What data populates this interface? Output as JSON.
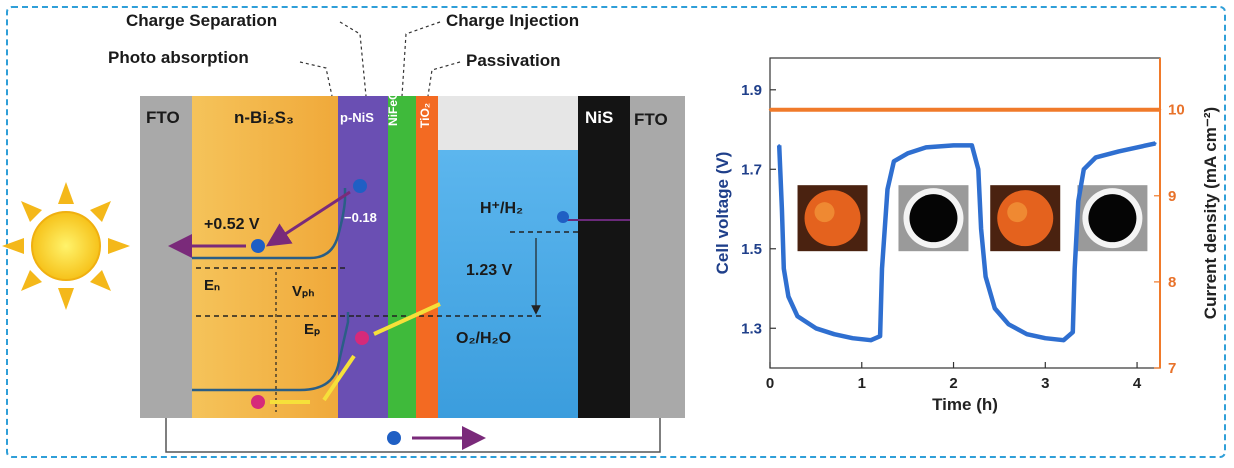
{
  "device": {
    "callouts": {
      "charge_separation": "Charge Separation",
      "photo_absorption": "Photo absorption",
      "charge_injection": "Charge Injection",
      "passivation": "Passivation"
    },
    "layers": {
      "fto_left": "FTO",
      "n_bi2s3": "n-Bi₂S₃",
      "p_nis": "p-NiS",
      "nifeo": "NiFeO",
      "tio2": "TiO₂",
      "nis": "NiS",
      "fto_right": "FTO"
    },
    "labels": {
      "potential_positive": "+0.52 V",
      "potential_negative": "−0.18",
      "en": "Eₙ",
      "vph": "Vₚₕ",
      "ep": "Eₚ",
      "h_h2": "H⁺/H₂",
      "o2_h2o": "O₂/H₂O",
      "water_split_voltage": "1.23 V"
    },
    "colors": {
      "fto": "#a9a9a9",
      "bi2s3": "#f2b13e",
      "p_nis": "#6a4fb3",
      "nifeo": "#3fba3b",
      "tio2": "#f36a22",
      "electrolyte": "#4aa9e6",
      "nis": "#141414"
    }
  },
  "chart_data": {
    "type": "line",
    "xlabel": "Time (h)",
    "ylabel_left": "Cell voltage (V)",
    "ylabel_right": "Current density (mA cm⁻²)",
    "xlim": [
      0,
      4.25
    ],
    "xticks": [
      "0",
      "1",
      "2",
      "3",
      "4"
    ],
    "ylim_left": [
      1.2,
      1.98
    ],
    "yticks_left": [
      "1.3",
      "1.5",
      "1.7",
      "1.9"
    ],
    "ylim_right": [
      7,
      10.6
    ],
    "yticks_right": [
      "7",
      "8",
      "9",
      "10"
    ],
    "series": [
      {
        "axis": "left",
        "color": "#2f6fd0",
        "x": [
          0.1,
          0.13,
          0.15,
          0.2,
          0.3,
          0.5,
          0.7,
          0.9,
          1.1,
          1.2,
          1.22,
          1.28,
          1.35,
          1.5,
          1.7,
          2.0,
          2.2,
          2.27,
          2.3,
          2.35,
          2.45,
          2.6,
          2.8,
          3.0,
          3.2,
          3.3,
          3.32,
          3.36,
          3.42,
          3.55,
          3.8,
          4.0,
          4.2
        ],
        "y": [
          1.76,
          1.6,
          1.45,
          1.38,
          1.33,
          1.3,
          1.285,
          1.275,
          1.27,
          1.28,
          1.45,
          1.65,
          1.72,
          1.74,
          1.755,
          1.76,
          1.76,
          1.7,
          1.55,
          1.43,
          1.35,
          1.31,
          1.285,
          1.275,
          1.27,
          1.29,
          1.45,
          1.62,
          1.7,
          1.73,
          1.745,
          1.755,
          1.765
        ]
      },
      {
        "axis": "right",
        "color": "#f07a2a",
        "x": [
          0,
          1,
          2,
          3,
          4,
          4.25
        ],
        "y": [
          10,
          10,
          10,
          10,
          10,
          10
        ]
      }
    ],
    "insets": [
      {
        "kind": "illuminated-electrode"
      },
      {
        "kind": "dark-electrode"
      },
      {
        "kind": "illuminated-electrode"
      },
      {
        "kind": "dark-electrode"
      }
    ]
  }
}
